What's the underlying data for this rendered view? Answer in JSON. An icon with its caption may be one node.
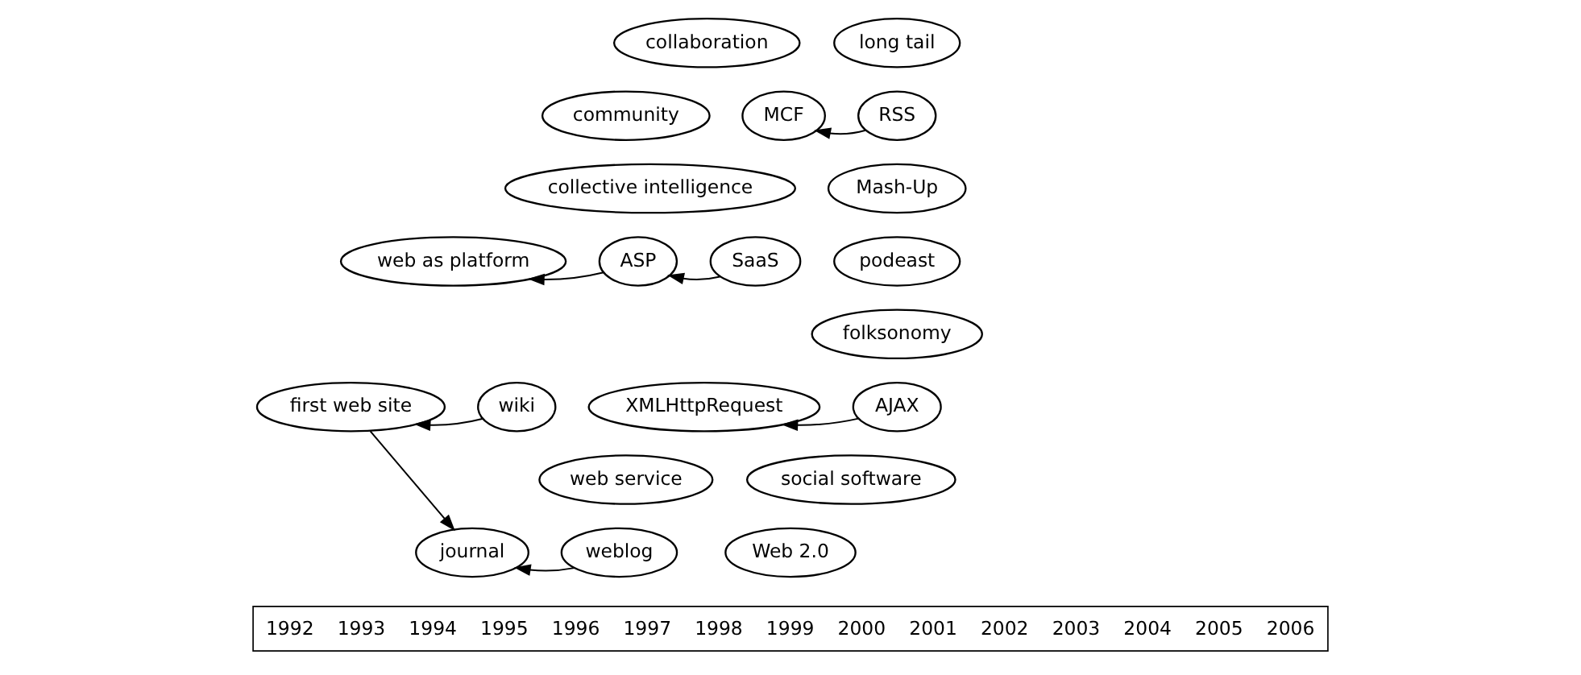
{
  "diagram": {
    "nodes": [
      {
        "text": [
          "collaboration"
        ]
      },
      {
        "text": [
          "community"
        ]
      },
      {
        "text": [
          "MCF"
        ]
      },
      {
        "text": [
          "RSS"
        ]
      },
      {
        "text": [
          "long tail"
        ]
      },
      {
        "text": [
          "Mash-Up"
        ]
      },
      {
        "text": [
          "collective intelligence"
        ]
      },
      {
        "text": [
          "web as platform"
        ]
      },
      {
        "text": [
          "ASP"
        ]
      },
      {
        "text": [
          "SaaS"
        ]
      },
      {
        "text": [
          "podeast"
        ]
      },
      {
        "text": [
          "folksonomy"
        ]
      },
      {
        "text": [
          "XMLHttpRequest"
        ]
      },
      {
        "text": [
          "AJAX"
        ]
      },
      {
        "text": [
          "first web site"
        ]
      },
      {
        "text": [
          "wiki"
        ]
      },
      {
        "text": [
          "web service"
        ]
      },
      {
        "text": [
          "social software"
        ]
      },
      {
        "text": [
          "journal"
        ]
      },
      {
        "text": [
          "weblog"
        ]
      },
      {
        "text": [
          "Web 2.0"
        ]
      }
    ],
    "edges": [
      {
        "from": 3,
        "to": 2,
        "arrow": "to"
      },
      {
        "from": 9,
        "to": 8,
        "arrow": "to"
      },
      {
        "from": 8,
        "to": 7,
        "arrow": "to"
      },
      {
        "from": 13,
        "to": 12,
        "arrow": "to"
      },
      {
        "from": 15,
        "to": 14,
        "arrow": "to"
      },
      {
        "from": 14,
        "to": 18,
        "arrow": "to"
      },
      {
        "from": 19,
        "to": 18,
        "arrow": "to"
      }
    ],
    "labels": [
      "1992",
      "1993",
      "1994",
      "1995",
      "1996",
      "1997",
      "1998",
      "1999",
      "2000",
      "2001",
      "2002",
      "2003",
      "2004",
      "2005",
      "2006"
    ]
  }
}
